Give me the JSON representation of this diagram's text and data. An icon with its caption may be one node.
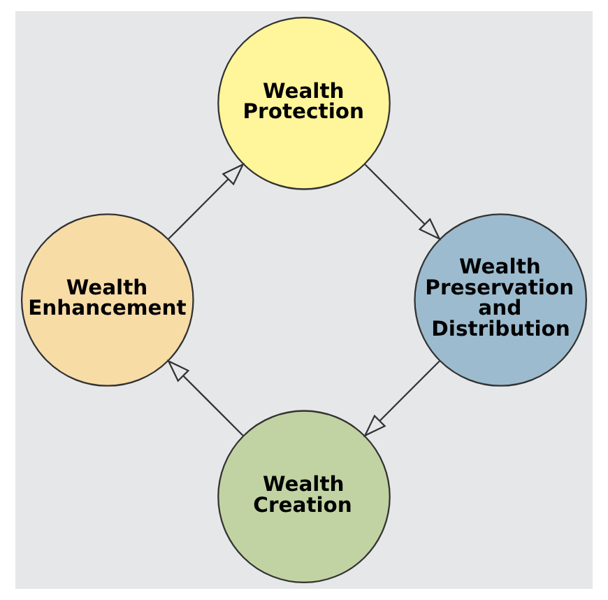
{
  "diagram": {
    "nodes": [
      {
        "text": [
          "Wealth Creation"
        ]
      },
      {
        "text": [
          "Wealth Preservation and Distribution"
        ]
      },
      {
        "text": [
          "Wealth Enhancement"
        ]
      },
      {
        "text": [
          "Wealth Protection"
        ]
      }
    ],
    "edges": [
      {
        "from": 0,
        "to": 2,
        "arrow": "to"
      },
      {
        "from": 2,
        "to": 3,
        "arrow": "to"
      },
      {
        "from": 3,
        "to": 1,
        "arrow": "to"
      },
      {
        "from": 1,
        "to": 0,
        "arrow": "to"
      }
    ]
  }
}
